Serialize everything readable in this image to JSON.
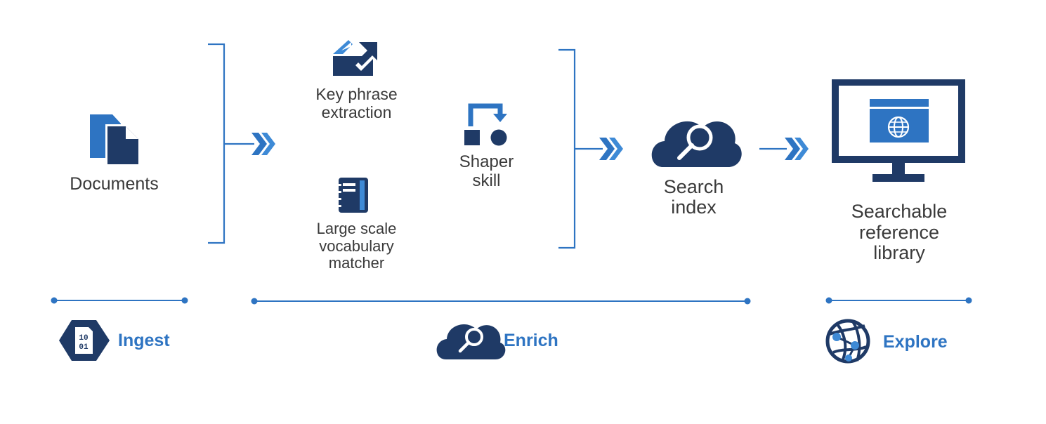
{
  "colors": {
    "navy": "#1f3a66",
    "blue": "#2e74c2",
    "light_blue": "#3e8ad6",
    "text": "#3a3a3a"
  },
  "nodes": {
    "documents": {
      "label": "Documents",
      "icon": "documents-icon"
    },
    "key_phrase": {
      "line1": "Key phrase",
      "line2": "extraction",
      "icon": "key-phrase-icon"
    },
    "vocab": {
      "line1": "Large scale",
      "line2": "vocabulary",
      "line3": "matcher",
      "icon": "notebook-icon"
    },
    "shaper": {
      "line1": "Shaper",
      "line2": "skill",
      "icon": "shaper-icon"
    },
    "search_index": {
      "line1": "Search",
      "line2": "index",
      "icon": "cloud-search-icon"
    },
    "library": {
      "line1": "Searchable",
      "line2": "reference",
      "line3": "library",
      "icon": "monitor-globe-icon"
    }
  },
  "stages": {
    "ingest": {
      "label": "Ingest",
      "icon": "binary-hexagon-icon"
    },
    "enrich": {
      "label": "Enrich",
      "icon": "cloud-search-icon"
    },
    "explore": {
      "label": "Explore",
      "icon": "globe-network-icon"
    }
  }
}
